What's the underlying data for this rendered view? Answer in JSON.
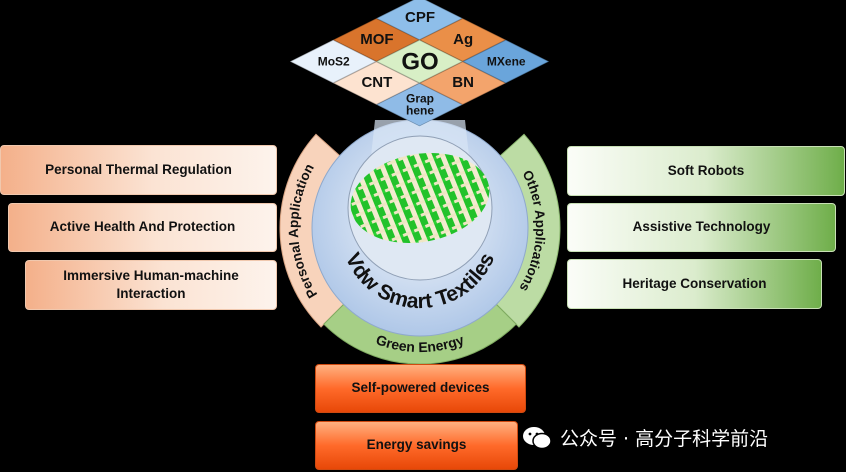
{
  "materials": [
    "MoS2",
    "MOF",
    "CPF",
    "CNT",
    "GO",
    "Ag",
    "Graphene",
    "BN",
    "MXene"
  ],
  "materials_display": [
    [
      "MoS",
      "2"
    ],
    [
      "MOF"
    ],
    [
      "CPF"
    ],
    [
      "CNT"
    ],
    [
      "GO"
    ],
    [
      "Ag"
    ],
    [
      "Grap",
      "hene"
    ],
    [
      "BN"
    ],
    [
      "MXe",
      "ne"
    ]
  ],
  "center_title": "Vdw Smart Textiles",
  "ring": {
    "personal": "Personal Application",
    "other": "Other Applications",
    "green": "Green Energy"
  },
  "personal_items": [
    "Personal Thermal Regulation",
    "Active Health And Protection",
    "Immersive Human-machine Interaction"
  ],
  "other_items": [
    "Soft Robots",
    "Assistive Technology",
    "Heritage Conservation"
  ],
  "green_items": [
    "Self-powered devices",
    "Energy savings"
  ],
  "watermark": "公众号 · 高分子科学前沿",
  "colors": {
    "personal": "#f7c7a8",
    "other": "#a9d08e",
    "green": "#9cc87a",
    "disk": "#c5d7ee",
    "fabric": "#2ecc2e"
  }
}
